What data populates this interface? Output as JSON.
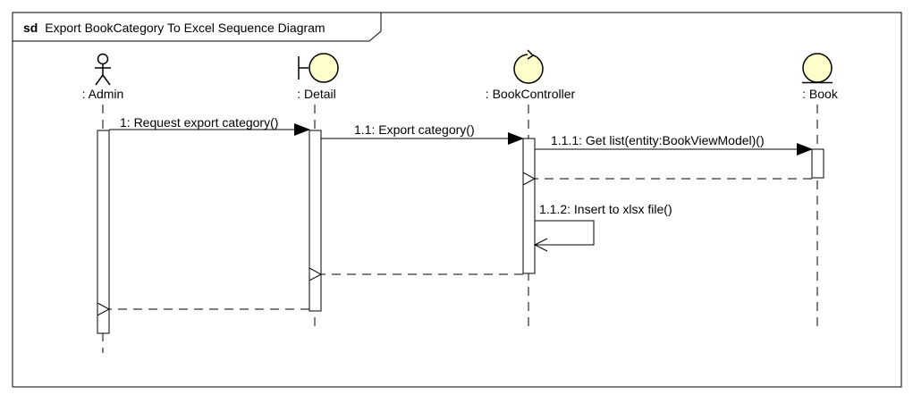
{
  "frame": {
    "keyword": "sd",
    "title": "Export BookCategory To Excel Sequence Diagram"
  },
  "colors": {
    "line": "#000000",
    "shape_fill": "#FFFFCC",
    "background": "#FFFFFF"
  },
  "lifelines": [
    {
      "id": "admin",
      "label": ": Admin",
      "kind": "actor",
      "icon": "actor-icon"
    },
    {
      "id": "detail",
      "label": ": Detail",
      "kind": "boundary",
      "icon": "boundary-icon"
    },
    {
      "id": "controller",
      "label": ": BookController",
      "kind": "control",
      "icon": "control-icon"
    },
    {
      "id": "book",
      "label": ": Book",
      "kind": "entity",
      "icon": "entity-icon"
    }
  ],
  "messages": [
    {
      "id": "m1",
      "label": "1: Request export category()",
      "from": "admin",
      "to": "detail",
      "type": "sync"
    },
    {
      "id": "m1_1",
      "label": "1.1: Export category()",
      "from": "detail",
      "to": "controller",
      "type": "sync"
    },
    {
      "id": "m1_1_1",
      "label": "1.1.1: Get list(entity:BookViewModel)()",
      "from": "controller",
      "to": "book",
      "type": "sync"
    },
    {
      "id": "r1_1_1",
      "label": "",
      "from": "book",
      "to": "controller",
      "type": "return"
    },
    {
      "id": "m1_1_2",
      "label": "1.1.2: Insert to xlsx file()",
      "from": "controller",
      "to": "controller",
      "type": "self"
    },
    {
      "id": "r1_1",
      "label": "",
      "from": "controller",
      "to": "detail",
      "type": "return"
    },
    {
      "id": "r1",
      "label": "",
      "from": "detail",
      "to": "admin",
      "type": "return"
    }
  ]
}
